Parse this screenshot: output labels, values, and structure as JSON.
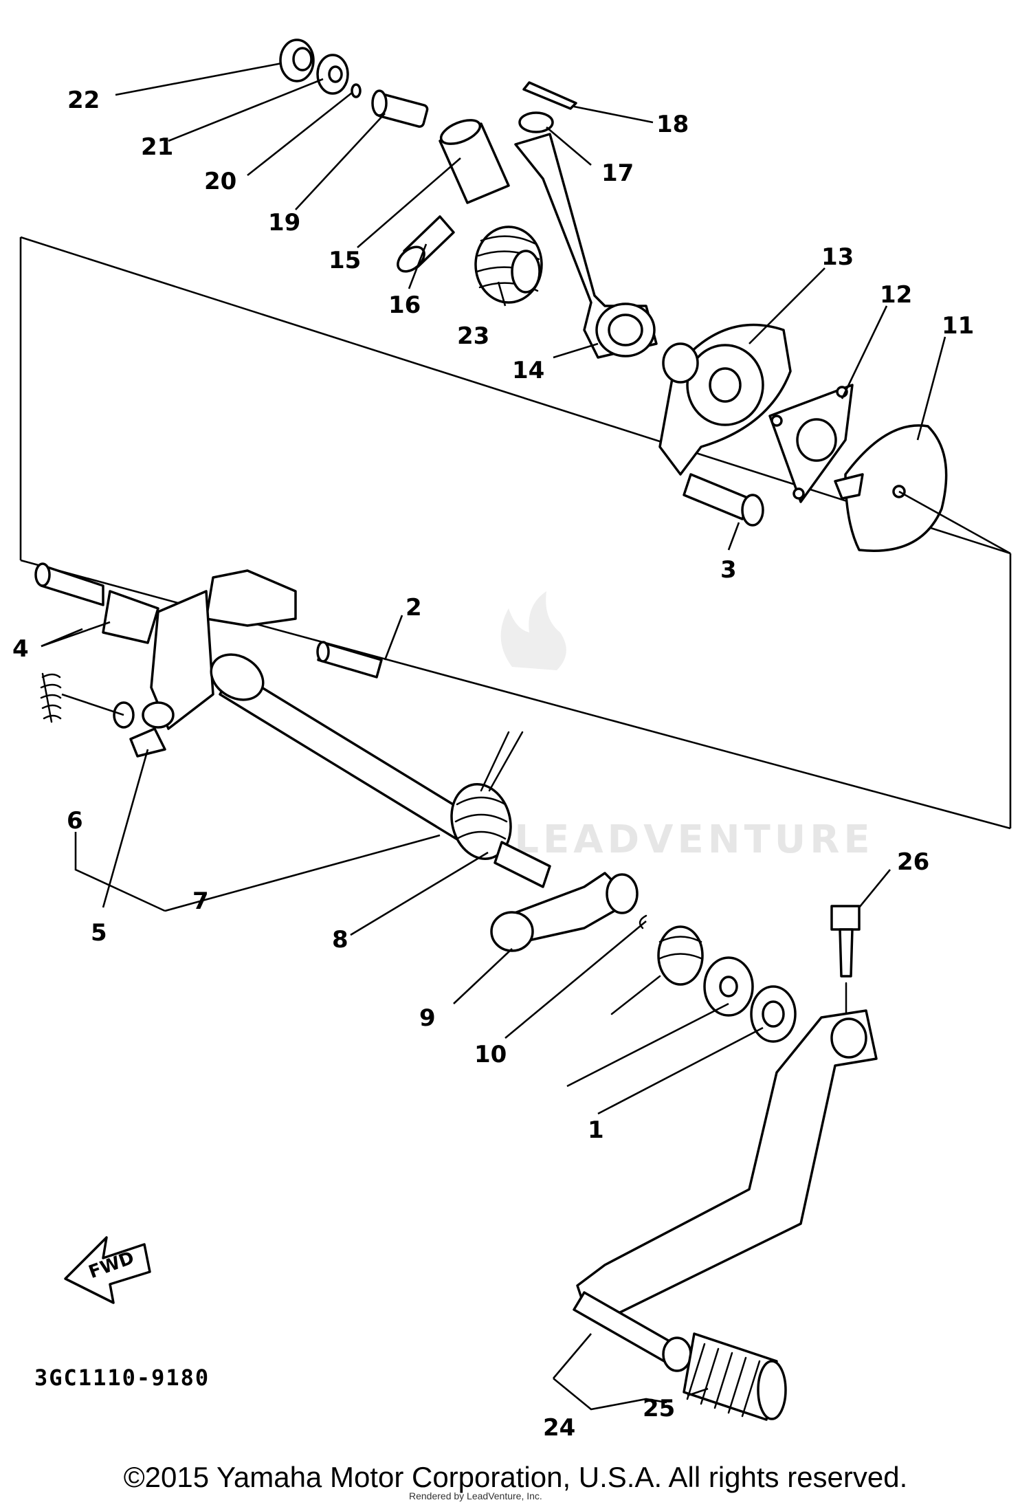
{
  "callouts": [
    "1",
    "2",
    "3",
    "4",
    "5",
    "6",
    "7",
    "8",
    "9",
    "10",
    "11",
    "12",
    "13",
    "14",
    "15",
    "16",
    "17",
    "18",
    "19",
    "20",
    "21",
    "22",
    "23",
    "24",
    "25",
    "26"
  ],
  "fwd_label": "FWD",
  "drawing_code": "3GC1110-9180",
  "watermark_text": "LEADVENTURE",
  "copyright": "©2015 Yamaha Motor Corporation, U.S.A. All rights reserved.",
  "rendered_by": "Rendered by LeadVenture, Inc."
}
